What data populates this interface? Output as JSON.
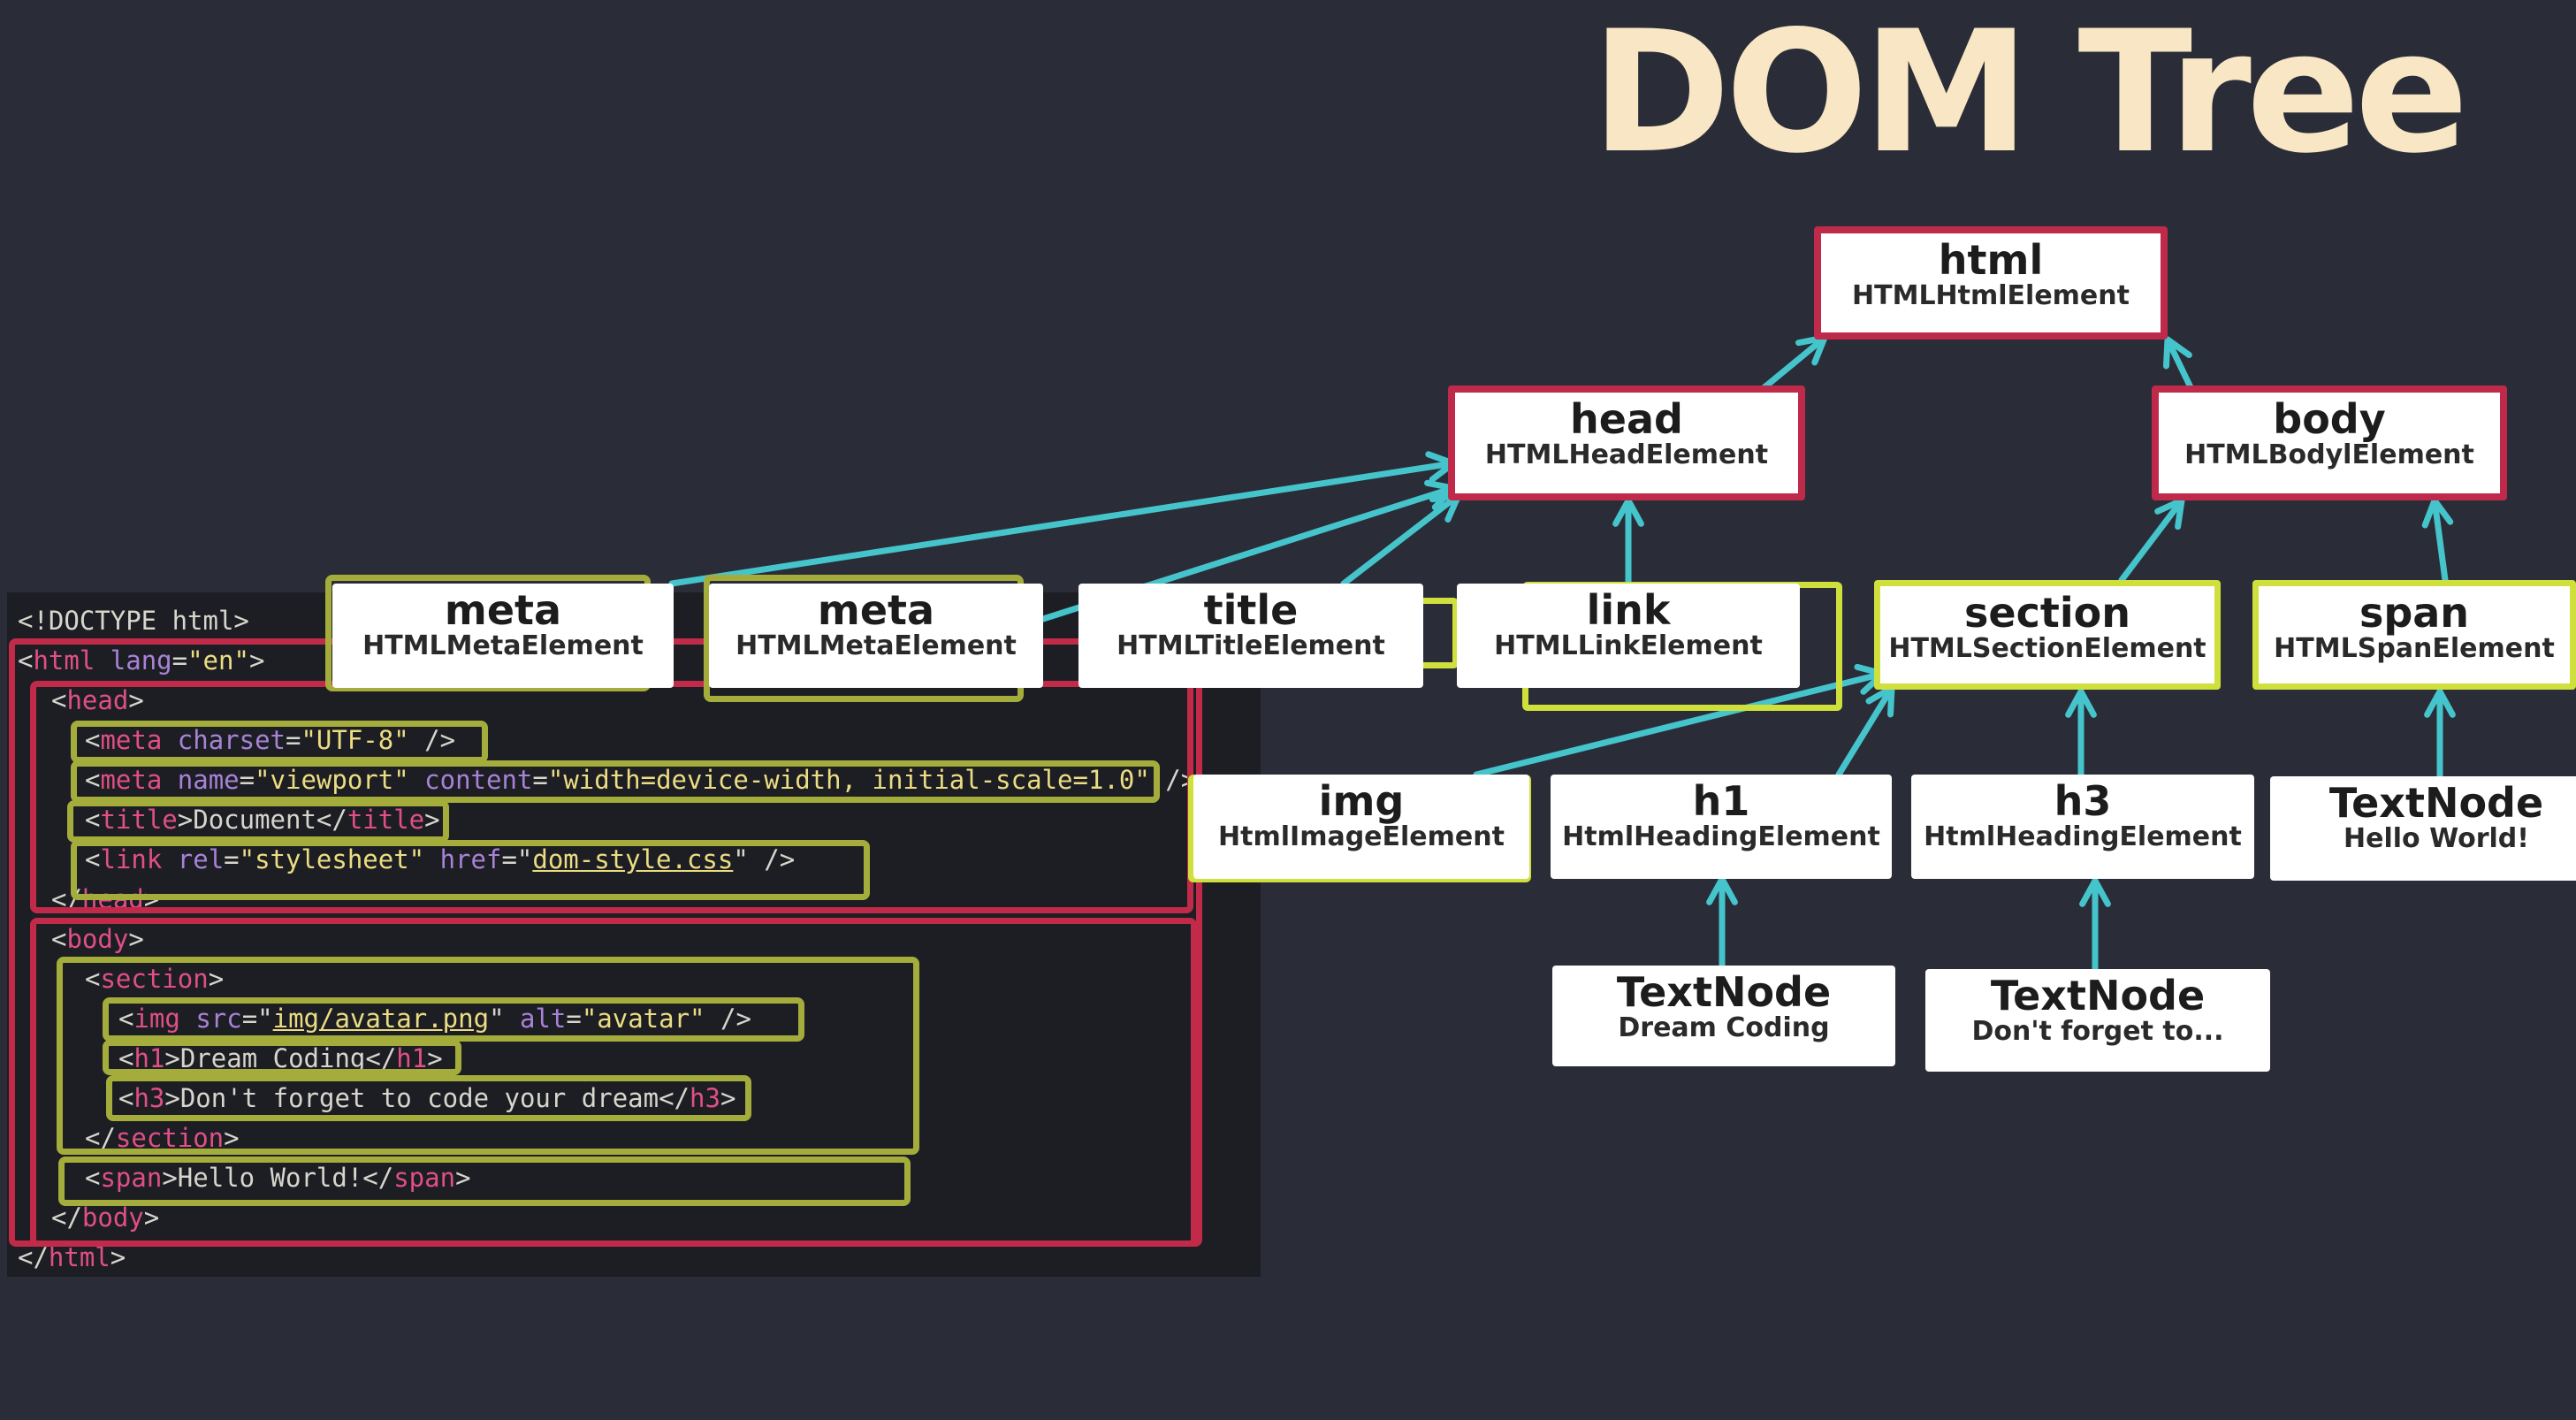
{
  "title": "DOM Tree",
  "code_lines": [
    {
      "indent": 0,
      "parts": [
        [
          "pu",
          "<!DOCTYPE html>"
        ]
      ]
    },
    {
      "indent": 0,
      "parts": [
        [
          "pu",
          "<"
        ],
        [
          "tg",
          "html"
        ],
        [
          "an",
          " lang"
        ],
        [
          "pu",
          "="
        ],
        [
          "av",
          "\"en\""
        ],
        [
          "pu",
          ">"
        ]
      ]
    },
    {
      "indent": 1,
      "parts": [
        [
          "pu",
          "<"
        ],
        [
          "tg",
          "head"
        ],
        [
          "pu",
          ">"
        ]
      ]
    },
    {
      "indent": 2,
      "parts": [
        [
          "pu",
          "<"
        ],
        [
          "tg",
          "meta"
        ],
        [
          "an",
          " charset"
        ],
        [
          "pu",
          "="
        ],
        [
          "av",
          "\"UTF-8\""
        ],
        [
          "pu",
          " />"
        ]
      ]
    },
    {
      "indent": 2,
      "parts": [
        [
          "pu",
          "<"
        ],
        [
          "tg",
          "meta"
        ],
        [
          "an",
          " name"
        ],
        [
          "pu",
          "="
        ],
        [
          "av",
          "\"viewport\""
        ],
        [
          "an",
          " content"
        ],
        [
          "pu",
          "="
        ],
        [
          "av",
          "\"width=device-width, initial-scale=1.0\""
        ],
        [
          "pu",
          " />"
        ]
      ]
    },
    {
      "indent": 2,
      "parts": [
        [
          "pu",
          "<"
        ],
        [
          "tg",
          "title"
        ],
        [
          "pu",
          ">Document</"
        ],
        [
          "tg",
          "title"
        ],
        [
          "pu",
          ">"
        ]
      ]
    },
    {
      "indent": 2,
      "parts": [
        [
          "pu",
          "<"
        ],
        [
          "tg",
          "link"
        ],
        [
          "an",
          " rel"
        ],
        [
          "pu",
          "="
        ],
        [
          "av",
          "\"stylesheet\""
        ],
        [
          "an",
          " href"
        ],
        [
          "pu",
          "=\""
        ],
        [
          "avu",
          "dom-style.css"
        ],
        [
          "pu",
          "\" />"
        ]
      ]
    },
    {
      "indent": 1,
      "parts": [
        [
          "pu",
          "</"
        ],
        [
          "tg",
          "head"
        ],
        [
          "pu",
          ">"
        ]
      ]
    },
    {
      "indent": 1,
      "parts": [
        [
          "pu",
          "<"
        ],
        [
          "tg",
          "body"
        ],
        [
          "pu",
          ">"
        ]
      ]
    },
    {
      "indent": 2,
      "parts": [
        [
          "pu",
          "<"
        ],
        [
          "tg",
          "section"
        ],
        [
          "pu",
          ">"
        ]
      ]
    },
    {
      "indent": 3,
      "parts": [
        [
          "pu",
          "<"
        ],
        [
          "tg",
          "img"
        ],
        [
          "an",
          " src"
        ],
        [
          "pu",
          "=\""
        ],
        [
          "avu",
          "img/avatar.png"
        ],
        [
          "pu",
          "\""
        ],
        [
          "an",
          " alt"
        ],
        [
          "pu",
          "="
        ],
        [
          "av",
          "\"avatar\""
        ],
        [
          "pu",
          " />"
        ]
      ]
    },
    {
      "indent": 3,
      "parts": [
        [
          "pu",
          "<"
        ],
        [
          "tg",
          "h1"
        ],
        [
          "pu",
          ">Dream Coding</"
        ],
        [
          "tg",
          "h1"
        ],
        [
          "pu",
          ">"
        ]
      ]
    },
    {
      "indent": 3,
      "parts": [
        [
          "pu",
          "<"
        ],
        [
          "tg",
          "h3"
        ],
        [
          "pu",
          ">Don't forget to code your dream</"
        ],
        [
          "tg",
          "h3"
        ],
        [
          "pu",
          ">"
        ]
      ]
    },
    {
      "indent": 2,
      "parts": [
        [
          "pu",
          "</"
        ],
        [
          "tg",
          "section"
        ],
        [
          "pu",
          ">"
        ]
      ]
    },
    {
      "indent": 2,
      "parts": [
        [
          "pu",
          "<"
        ],
        [
          "tg",
          "span"
        ],
        [
          "pu",
          ">Hello World!</"
        ],
        [
          "tg",
          "span"
        ],
        [
          "pu",
          ">"
        ]
      ]
    },
    {
      "indent": 1,
      "parts": [
        [
          "pu",
          "</"
        ],
        [
          "tg",
          "body"
        ],
        [
          "pu",
          ">"
        ]
      ]
    },
    {
      "indent": 0,
      "parts": [
        [
          "pu",
          "</"
        ],
        [
          "tg",
          "html"
        ],
        [
          "pu",
          ">"
        ]
      ]
    }
  ],
  "nodes": {
    "html": {
      "name": "html",
      "type": "HTMLHtmlElement"
    },
    "head": {
      "name": "head",
      "type": "HTMLHeadElement"
    },
    "body": {
      "name": "body",
      "type": "HTMLBodylElement"
    },
    "meta1": {
      "name": "meta",
      "type": "HTMLMetaElement"
    },
    "meta2": {
      "name": "meta",
      "type": "HTMLMetaElement"
    },
    "title": {
      "name": "title",
      "type": "HTMLTitleElement"
    },
    "link": {
      "name": "link",
      "type": "HTMLLinkElement"
    },
    "section": {
      "name": "section",
      "type": "HTMLSectionElement"
    },
    "span": {
      "name": "span",
      "type": "HTMLSpanElement"
    },
    "img": {
      "name": "img",
      "type": "HtmlImageElement"
    },
    "h1": {
      "name": "h1",
      "type": "HtmlHeadingElement"
    },
    "h3": {
      "name": "h3",
      "type": "HtmlHeadingElement"
    },
    "text_span": {
      "name": "TextNode",
      "type": "Hello World!"
    },
    "text_h1": {
      "name": "TextNode",
      "type": "Dream Coding"
    },
    "text_h3": {
      "name": "TextNode",
      "type": "Don't forget to..."
    }
  },
  "colors": {
    "background": "#2a2d38",
    "title": "#f8e6c4",
    "arrow": "#45c4cc",
    "parent_highlight": "#bf2a4b",
    "child_highlight": "#cfe03c"
  }
}
